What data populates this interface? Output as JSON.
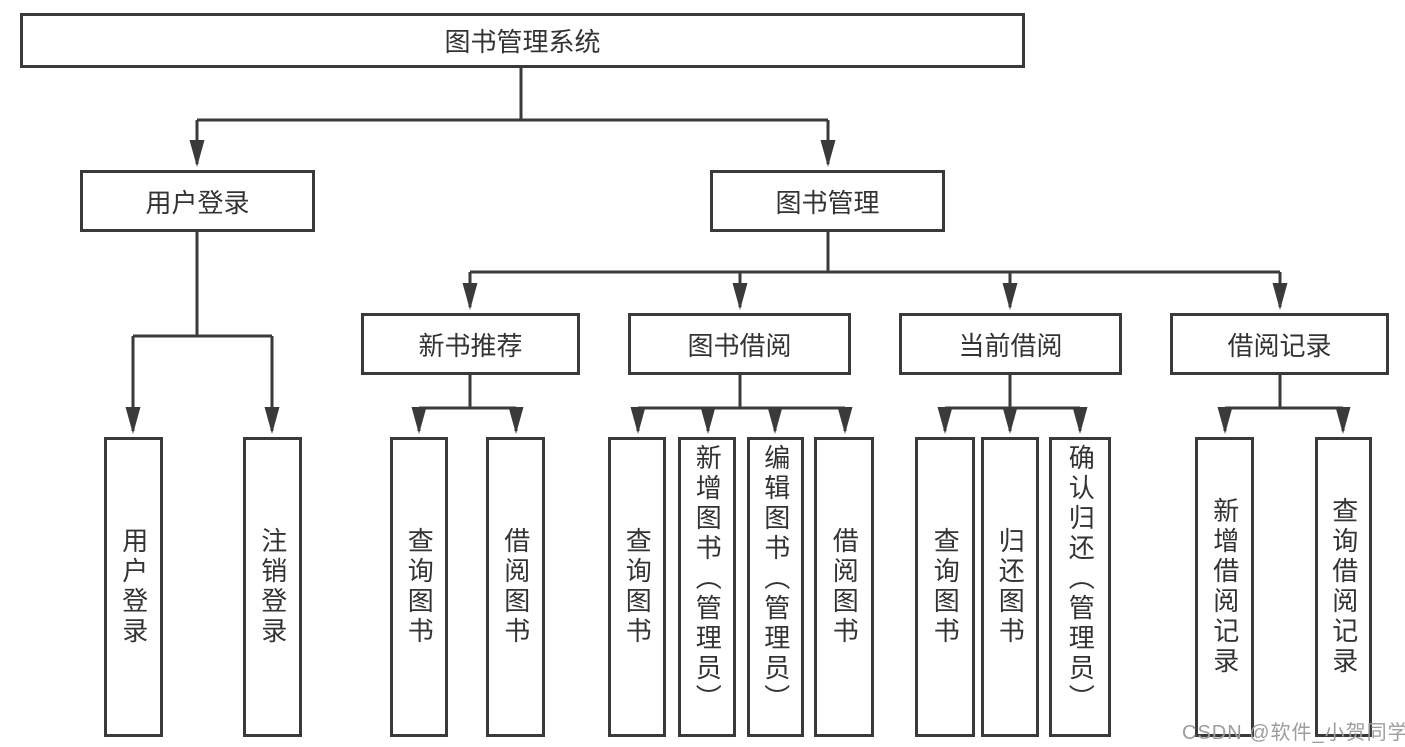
{
  "tree": {
    "root": {
      "label": "图书管理系统"
    },
    "branches": [
      {
        "label": "用户登录",
        "children": [
          {
            "label": "用户登录"
          },
          {
            "label": "注销登录"
          }
        ]
      },
      {
        "label": "图书管理",
        "children": [
          {
            "label": "新书推荐",
            "children": [
              {
                "label": "查询图书"
              },
              {
                "label": "借阅图书"
              }
            ]
          },
          {
            "label": "图书借阅",
            "children": [
              {
                "label": "查询图书"
              },
              {
                "label": "新增图书（管理员）"
              },
              {
                "label": "编辑图书（管理员）"
              },
              {
                "label": "借阅图书"
              }
            ]
          },
          {
            "label": "当前借阅",
            "children": [
              {
                "label": "查询图书"
              },
              {
                "label": "归还图书"
              },
              {
                "label": "确认归还（管理员）"
              }
            ]
          },
          {
            "label": "借阅记录",
            "children": [
              {
                "label": "新增借阅记录"
              },
              {
                "label": "查询借阅记录"
              }
            ]
          }
        ]
      }
    ]
  },
  "watermark": "CSDN @软件_小贺同学",
  "colors": {
    "line": "#3a3a3a",
    "text": "#333333",
    "watermark": "#9d9d9d",
    "background": "#ffffff"
  }
}
